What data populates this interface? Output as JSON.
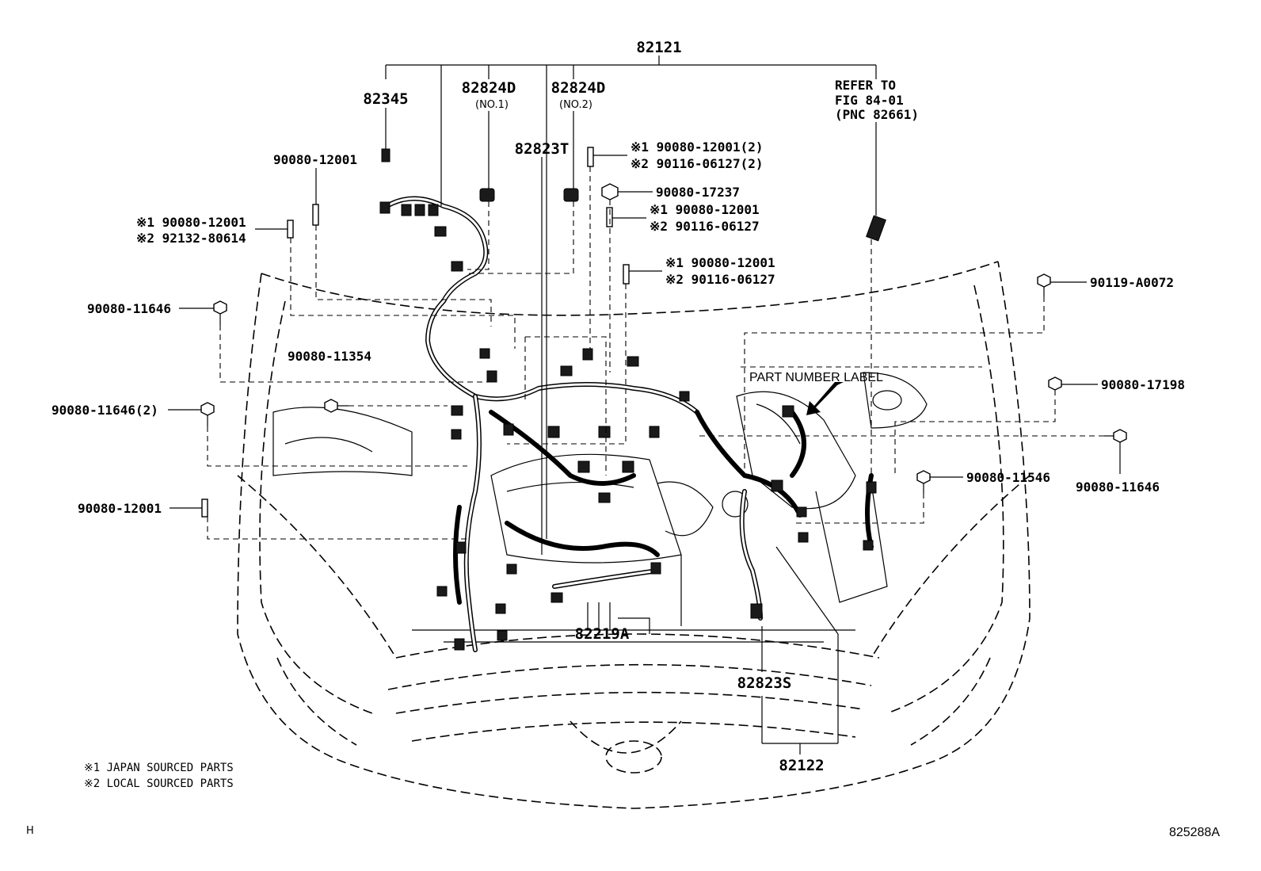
{
  "diagram": {
    "callouts": {
      "harness_main": "82121",
      "engine_room_sub": "82122",
      "fuse_block_cover": "82345",
      "relay_block_no1": "82824D",
      "relay_block_no1_note": "(NO.1)",
      "relay_block_no2": "82824D",
      "relay_block_no2_note": "(NO.2)",
      "clamp_t": "82823T",
      "clamp_s": "82823S",
      "wire_a": "82219A"
    },
    "refer": {
      "line1": "REFER TO",
      "line2": "FIG 84-01",
      "line3": "(PNC 82661)"
    },
    "part_number_label": "PART NUMBER LABEL",
    "fasteners": {
      "f1": "90080-12001",
      "f2a": "※1 90080-12001",
      "f2b": "※2 92132-80614",
      "f3": "90080-11646",
      "f4": "90080-11354",
      "f5": "90080-11646(2)",
      "f6": "90080-12001",
      "f7a": "※1 90080-12001(2)",
      "f7b": "※2 90116-06127(2)",
      "f8": "90080-17237",
      "f9a": "※1 90080-12001",
      "f9b": "※2 90116-06127",
      "f10a": "※1 90080-12001",
      "f10b": "※2 90116-06127",
      "f11": "90119-A0072",
      "f12": "90080-17198",
      "f13": "90080-11646",
      "f14": "90080-11546"
    },
    "notes": {
      "n1": "※1 JAPAN SOURCED PARTS",
      "n2": "※2 LOCAL SOURCED PARTS"
    },
    "corner_left": "H",
    "figure_id": "825288A"
  }
}
